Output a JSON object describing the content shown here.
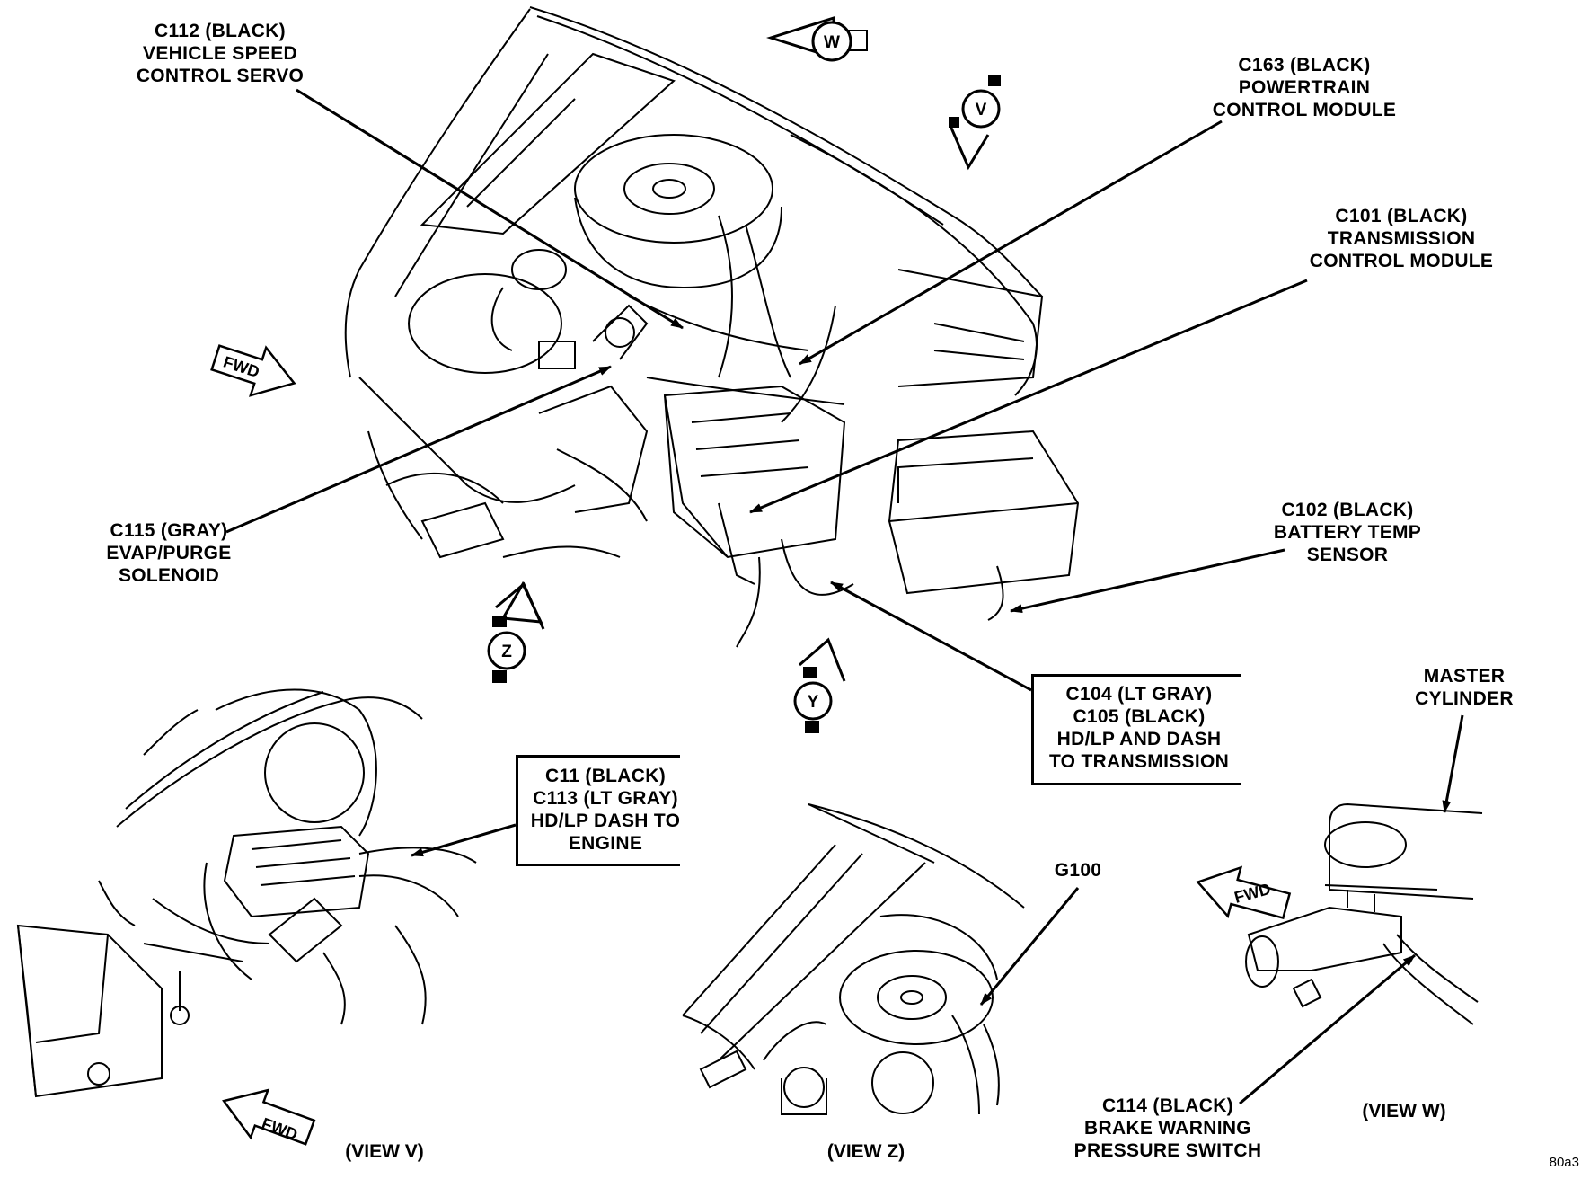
{
  "callouts": [
    {
      "id": "c112",
      "lines": [
        "C112 (BLACK)",
        "VEHICLE SPEED",
        "CONTROL SERVO"
      ]
    },
    {
      "id": "c163",
      "lines": [
        "C163 (BLACK)",
        "POWERTRAIN",
        "CONTROL MODULE"
      ]
    },
    {
      "id": "c101",
      "lines": [
        "C101 (BLACK)",
        "TRANSMISSION",
        "CONTROL MODULE"
      ]
    },
    {
      "id": "c115",
      "lines": [
        "C115 (GRAY)",
        "EVAP/PURGE",
        "SOLENOID"
      ]
    },
    {
      "id": "c102",
      "lines": [
        "C102 (BLACK)",
        "BATTERY TEMP",
        "SENSOR"
      ]
    },
    {
      "id": "c104",
      "lines": [
        "C104 (LT GRAY)",
        "C105 (BLACK)",
        "HD/LP AND DASH",
        "TO TRANSMISSION"
      ]
    },
    {
      "id": "c11",
      "lines": [
        "C11 (BLACK)",
        "C113 (LT GRAY)",
        "HD/LP DASH TO",
        "ENGINE"
      ]
    },
    {
      "id": "master",
      "lines": [
        "MASTER",
        "CYLINDER"
      ]
    },
    {
      "id": "g100",
      "lines": [
        "G100"
      ]
    },
    {
      "id": "c114",
      "lines": [
        "C114 (BLACK)",
        "BRAKE WARNING",
        "PRESSURE SWITCH"
      ]
    }
  ],
  "views": {
    "v": "(VIEW V)",
    "z": "(VIEW Z)",
    "w": "(VIEW W)"
  },
  "view_markers": {
    "w": "W",
    "v": "V",
    "z": "Z",
    "y": "Y"
  },
  "fwd": "FWD",
  "figure_code": "80a3"
}
